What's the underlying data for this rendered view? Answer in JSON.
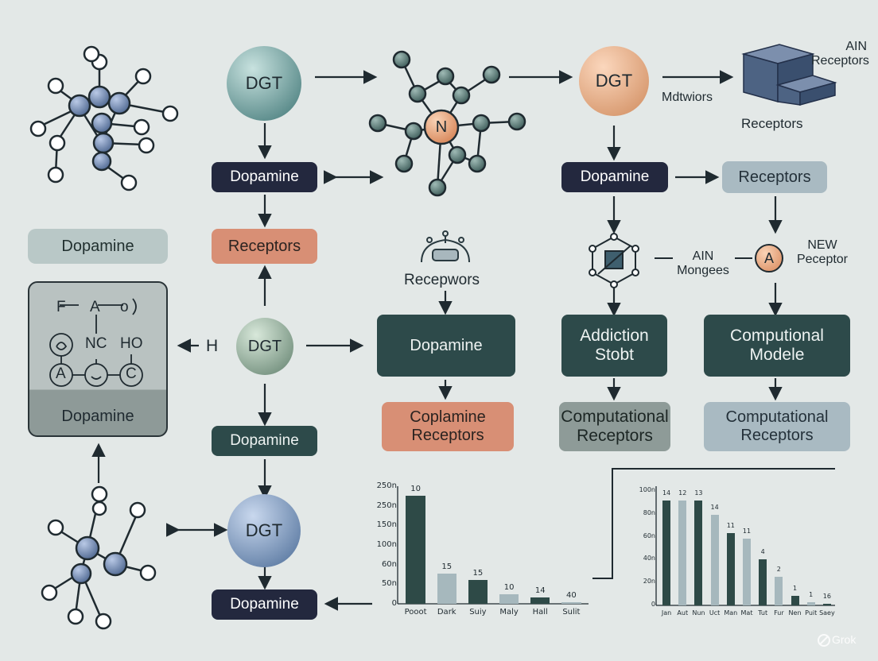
{
  "nodes": {
    "dgt_top_left": "DGT",
    "dgt_top_right": "DGT",
    "dgt_middle": "DGT",
    "dgt_bottom": "DGT",
    "center_atom": "N",
    "a_atom": "A",
    "dopamine_row2_left": "Dopamine",
    "dopamine_row2_right": "Dopamine",
    "receptors_row2_right": "Receptors",
    "dopamine_side_pill": "Dopamine",
    "receptors_salmon": "Receptors",
    "dopamine_mid_teal": "Dopamine",
    "dopamine_lower_teal": "Dopamine",
    "dopamine_bottom_navy": "Dopamine",
    "addiction_stobt": "Addiction Stobt",
    "computional_modele": "Computional Modele",
    "coplamine_receptors": "Coplamine Receptors",
    "computational_receptors_1": "Computational Receptors",
    "computational_receptors_2": "Computational Receptors",
    "dopamine_panel_caption": "Dopamine"
  },
  "labels": {
    "ain_receptors": "AIN Receptors",
    "mdtwiors": "Mdtwiors",
    "receptors_cube": "Receptors",
    "recepwors": "Recepwors",
    "ain_mongees": "AIN Mongees",
    "new_peceptor": "NEW Peceptor",
    "h_label": "H"
  },
  "panel_glyphs": [
    "F",
    "A",
    "o",
    "NC",
    "HO",
    "A",
    "C"
  ],
  "colors": {
    "navy": "#23283e",
    "teal": "#2d4a4a",
    "salmon": "#d88f75",
    "greyblue": "#a9bac2",
    "bar_dark": "#2e4a47",
    "bar_light": "#a6b8bd",
    "background": "#e3e8e7"
  },
  "watermark": "Grok",
  "chart_data": [
    {
      "type": "bar",
      "categories": [
        "Pooot",
        "Dark",
        "Suiy",
        "Maly",
        "Hall",
        "Sulit"
      ],
      "values": [
        230,
        65,
        50,
        21,
        13,
        3
      ],
      "data_labels": [
        "10",
        "15",
        "15",
        "10",
        "14",
        "40"
      ],
      "colors": [
        "#2e4a47",
        "#a6b8bd",
        "#2e4a47",
        "#a6b8bd",
        "#2e4a47",
        "#a6b8bd"
      ],
      "ytick_labels": [
        "250n",
        "250n",
        "150n",
        "100n",
        "60n",
        "50n",
        "0"
      ],
      "ylim": [
        0,
        250
      ],
      "grid": false
    },
    {
      "type": "bar",
      "categories": [
        "Jan",
        "Aut",
        "Nun",
        "Uct",
        "Man",
        "Mat",
        "Tut",
        "Fur",
        "Nen",
        "Puit",
        "Saey"
      ],
      "values": [
        92,
        92,
        92,
        79,
        63,
        58,
        40,
        25,
        8,
        3,
        1
      ],
      "data_labels": [
        "14",
        "12",
        "13",
        "14",
        "11",
        "11",
        "4",
        "2",
        "1",
        "1",
        "16"
      ],
      "colors": [
        "#2e4a47",
        "#a6b8bd",
        "#2e4a47",
        "#a6b8bd",
        "#2e4a47",
        "#a6b8bd",
        "#2e4a47",
        "#a6b8bd",
        "#2e4a47",
        "#a6b8bd",
        "#2e4a47"
      ],
      "ytick_labels": [
        "100n",
        "80n",
        "60n",
        "40n",
        "20n",
        "0"
      ],
      "ylim": [
        0,
        100
      ],
      "grid": false
    }
  ]
}
